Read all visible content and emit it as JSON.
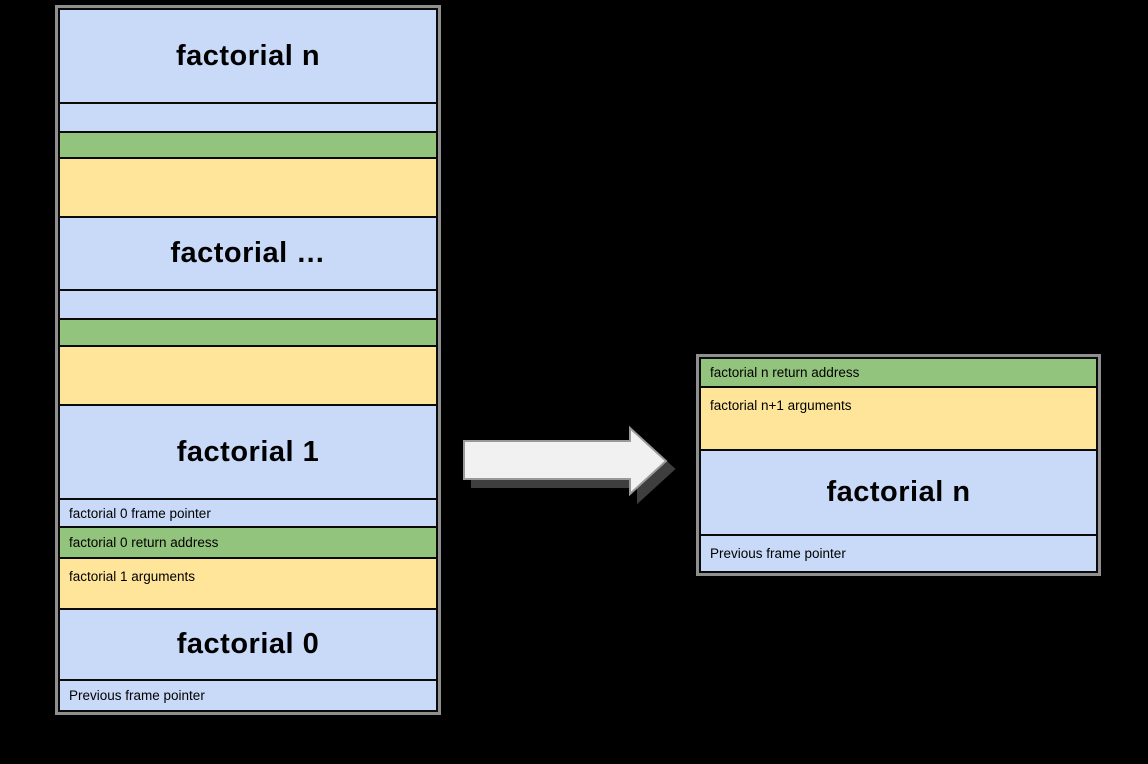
{
  "colors": {
    "frame_body_blue": "#c9daf8",
    "return_address_green": "#93c47d",
    "arguments_yellow": "#ffe599",
    "background": "#000000",
    "border_black": "#0a0a0a",
    "stack_shadow_gray": "#8f8f8f",
    "arrow_fill": "#f1f1f1",
    "arrow_border": "#999999",
    "arrow_shadow": "#3e3e3e"
  },
  "left_stack": {
    "name": "recursive-call-stack",
    "rows": [
      {
        "name": "frame-body-factorial-n",
        "type": "blue-title",
        "label": "factorial n",
        "h": 94
      },
      {
        "name": "empty-frame-pointer-slot",
        "type": "blue-strip",
        "label": "",
        "h": 29
      },
      {
        "name": "empty-return-address-slot",
        "type": "green-strip",
        "label": "",
        "h": 26
      },
      {
        "name": "empty-arguments-slot",
        "type": "yellow-box",
        "label": "",
        "h": 59
      },
      {
        "name": "frame-body-factorial-dots",
        "type": "blue-title",
        "label": "factorial …",
        "h": 73
      },
      {
        "name": "empty-frame-pointer-slot",
        "type": "blue-strip",
        "label": "",
        "h": 29
      },
      {
        "name": "empty-return-address-slot",
        "type": "green-strip",
        "label": "",
        "h": 27
      },
      {
        "name": "empty-arguments-slot",
        "type": "yellow-box",
        "label": "",
        "h": 59
      },
      {
        "name": "frame-body-factorial-1",
        "type": "blue-title",
        "label": "factorial 1",
        "h": 94
      },
      {
        "name": "factorial-0-frame-pointer",
        "type": "blue-strip",
        "label": "factorial 0 frame pointer",
        "h": 28
      },
      {
        "name": "factorial-0-return-address",
        "type": "green-strip",
        "label": "factorial 0 return address",
        "h": 31
      },
      {
        "name": "factorial-1-arguments",
        "type": "yellow-box",
        "label": "factorial 1 arguments",
        "h": 51
      },
      {
        "name": "frame-body-factorial-0",
        "type": "blue-title",
        "label": "factorial 0",
        "h": 71
      },
      {
        "name": "previous-frame-pointer",
        "type": "blue-strip",
        "label": "Previous frame pointer",
        "h": 29
      }
    ]
  },
  "right_stack": {
    "name": "optimized-call-stack",
    "rows": [
      {
        "name": "factorial-n-return-address",
        "type": "green-strip",
        "label": "factorial n return address",
        "h": 29
      },
      {
        "name": "factorial-n-plus-1-arguments",
        "type": "yellow-box",
        "label": "factorial n+1 arguments",
        "h": 63
      },
      {
        "name": "frame-body-factorial-n",
        "type": "blue-title",
        "label": "factorial n",
        "h": 85
      },
      {
        "name": "previous-frame-pointer",
        "type": "blue-strip",
        "label": "Previous frame pointer",
        "h": 35
      }
    ]
  },
  "arrow": {
    "icon": "right-block-arrow",
    "direction": "right"
  }
}
